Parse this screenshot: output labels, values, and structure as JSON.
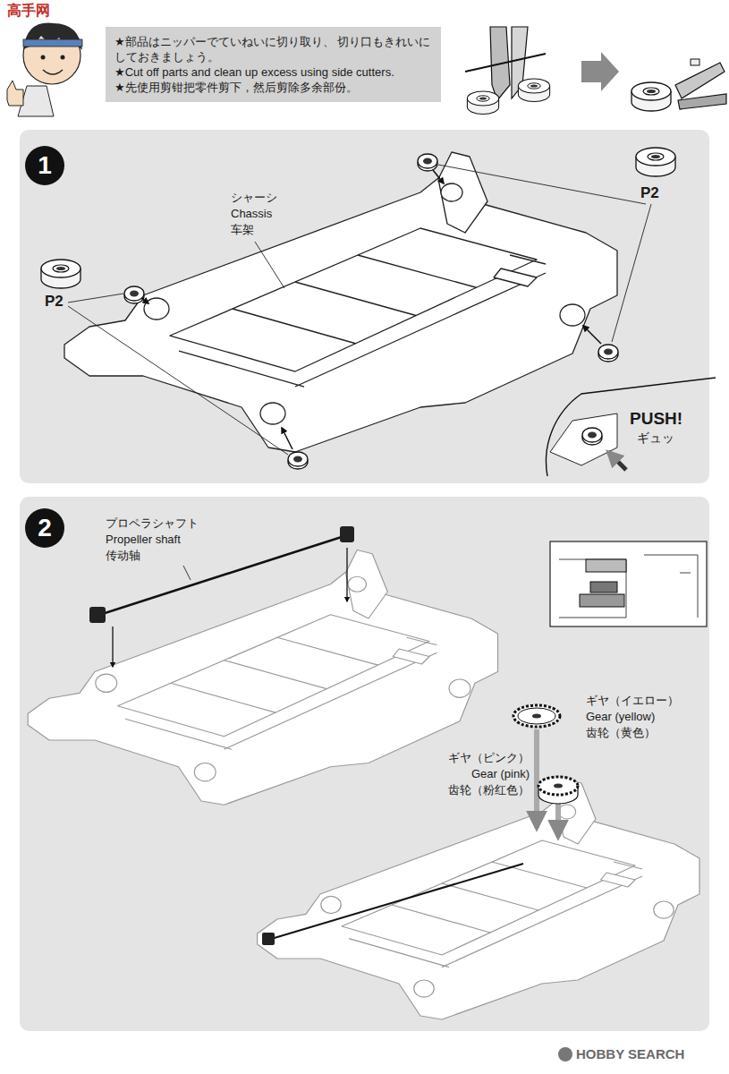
{
  "diagram": {
    "nodes": [
      {
        "text": [
          "★部品はニッパーでていねいに切り取り、 切り口もきれいにしておきましょう。",
          "★Cut off parts and clean up excess using side cutters.",
          "★先使用剪钳把零件剪下，然后剪除多余部份。"
        ]
      },
      {
        "text": [
          "1"
        ]
      },
      {
        "text": [
          "2"
        ]
      }
    ],
    "labels": [
      "高手网",
      "シャーシ",
      "Chassis",
      "车架",
      "P2",
      "P2",
      "PUSH!",
      "ギュッ",
      "プロペラシャフト",
      "Propeller shaft",
      "传动轴",
      "ギヤ（イエロー）",
      "Gear (yellow)",
      "齿轮（黄色）",
      "ギヤ（ピンク）",
      "Gear (pink)",
      "齿轮（粉红色）",
      "HOBBY SEARCH"
    ]
  }
}
